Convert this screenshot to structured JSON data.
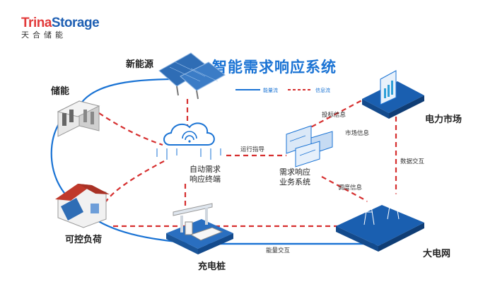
{
  "logo": {
    "brand_part1": "Trina",
    "brand_part2": "Storage",
    "chinese": "天合储能"
  },
  "title": "智能需求响应系统",
  "legend": {
    "energy_flow": "能量流",
    "info_flow": "信息流"
  },
  "nodes": {
    "new_energy": "新能源",
    "storage": "储能",
    "controllable_load": "可控负荷",
    "charging_pile": "充电桩",
    "power_grid": "大电网",
    "power_market": "电力市场",
    "terminal_line1": "自动需求",
    "terminal_line2": "响应终端",
    "business_line1": "需求响应",
    "business_line2": "业务系统"
  },
  "edges": {
    "operation_command": "运行指导",
    "bid_info": "投标信息",
    "market_info": "市场信息",
    "data_exchange": "数据交互",
    "dispatch_info": "调度信息",
    "energy_exchange": "能量交互"
  },
  "colors": {
    "energy": "#1a73d4",
    "info": "#d62f2f",
    "title": "#1a73d4"
  }
}
